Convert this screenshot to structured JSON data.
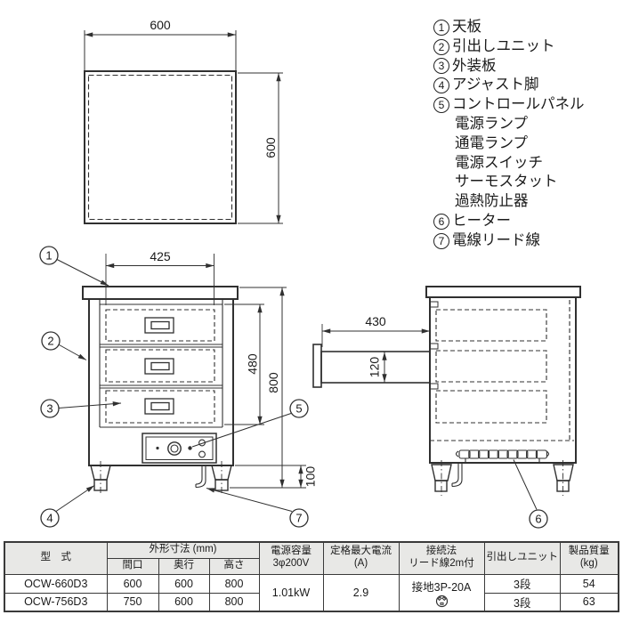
{
  "dimensions": {
    "top_view_width": "600",
    "top_view_depth": "600",
    "front_drawer_width": "425",
    "front_drawer_unit_height": "480",
    "front_overall_height": "800",
    "front_leg_height": "100",
    "side_pullout": "430",
    "side_drawer_height": "120"
  },
  "callouts": {
    "c1": "1",
    "c2": "2",
    "c3": "3",
    "c4": "4",
    "c5": "5",
    "c6": "6",
    "c7": "7"
  },
  "legend": {
    "items": [
      {
        "num": "1",
        "label": "天板"
      },
      {
        "num": "2",
        "label": "引出しユニット"
      },
      {
        "num": "3",
        "label": "外装板"
      },
      {
        "num": "4",
        "label": "アジャスト脚"
      },
      {
        "num": "5",
        "label": "コントロールパネル"
      },
      {
        "num": "",
        "label": "電源ランプ"
      },
      {
        "num": "",
        "label": "通電ランプ"
      },
      {
        "num": "",
        "label": "電源スイッチ"
      },
      {
        "num": "",
        "label": "サーモスタット"
      },
      {
        "num": "",
        "label": "過熱防止器"
      },
      {
        "num": "6",
        "label": "ヒーター"
      },
      {
        "num": "7",
        "label": "電線リード線"
      }
    ]
  },
  "table": {
    "headers": {
      "model": "型　式",
      "dims_group": "外形寸法 (mm)",
      "width": "間口",
      "depth": "奥行",
      "height": "高さ",
      "power_l1": "電源容量",
      "power_l2": "3φ200V",
      "current_l1": "定格最大電流",
      "current_l2": "(A)",
      "connection_l1": "接続法",
      "connection_l2": "リード線2m付",
      "drawer_unit": "引出しユニット",
      "weight_l1": "製品質量",
      "weight_l2": "(kg)"
    },
    "merged": {
      "power": "1.01kW",
      "current": "2.9",
      "connection": "接地3P-20A"
    },
    "rows": [
      {
        "model": "OCW-660D3",
        "width": "600",
        "depth": "600",
        "height": "800",
        "drawer": "3段",
        "weight": "54"
      },
      {
        "model": "OCW-756D3",
        "width": "750",
        "depth": "600",
        "height": "800",
        "drawer": "3段",
        "weight": "63"
      }
    ]
  },
  "colors": {
    "line": "#303030",
    "table_header_bg": "#e8e8e6",
    "text": "#1a1a1a"
  }
}
